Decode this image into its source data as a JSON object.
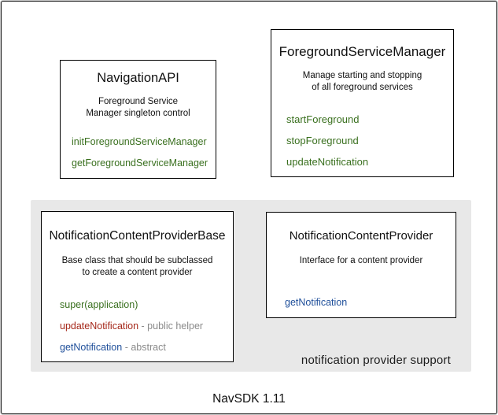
{
  "diagram": {
    "boxes": [
      {
        "title": "NavigationAPI",
        "description": [
          "Foreground Service",
          "Manager singleton control"
        ],
        "methods": [
          {
            "label": "initForegroundServiceManager",
            "color": "green",
            "annotation": ""
          },
          {
            "label": "getForegroundServiceManager",
            "color": "green",
            "annotation": ""
          }
        ]
      },
      {
        "title": "ForegroundServiceManager",
        "description": [
          "Manage starting and stopping",
          "of all foreground services"
        ],
        "methods": [
          {
            "label": "startForeground",
            "color": "green",
            "annotation": ""
          },
          {
            "label": "stopForeground",
            "color": "green",
            "annotation": ""
          },
          {
            "label": "updateNotification",
            "color": "green",
            "annotation": ""
          }
        ]
      },
      {
        "title": "NotificationContentProviderBase",
        "description": [
          "Base class that should be subclassed",
          "to create a content provider"
        ],
        "methods": [
          {
            "label": "super(application)",
            "color": "green",
            "annotation": ""
          },
          {
            "label": "updateNotification",
            "color": "red",
            "annotation": " - public helper"
          },
          {
            "label": "getNotification",
            "color": "blue",
            "annotation": " - abstract"
          }
        ]
      },
      {
        "title": "NotificationContentProvider",
        "description": [
          "Interface for a content provider"
        ],
        "methods": [
          {
            "label": "getNotification",
            "color": "blue",
            "annotation": ""
          }
        ]
      }
    ],
    "group_label": "notification provider support",
    "footer_label": "NavSDK 1.11",
    "colors": {
      "method_green": "#3a701f",
      "method_red": "#a5281a",
      "method_blue": "#1f4f9a",
      "annotation_gray": "#8a8a8a",
      "group_panel_background": "#e8e8e8",
      "box_border": "#000000",
      "frame_border": "#1a1a1a"
    }
  }
}
